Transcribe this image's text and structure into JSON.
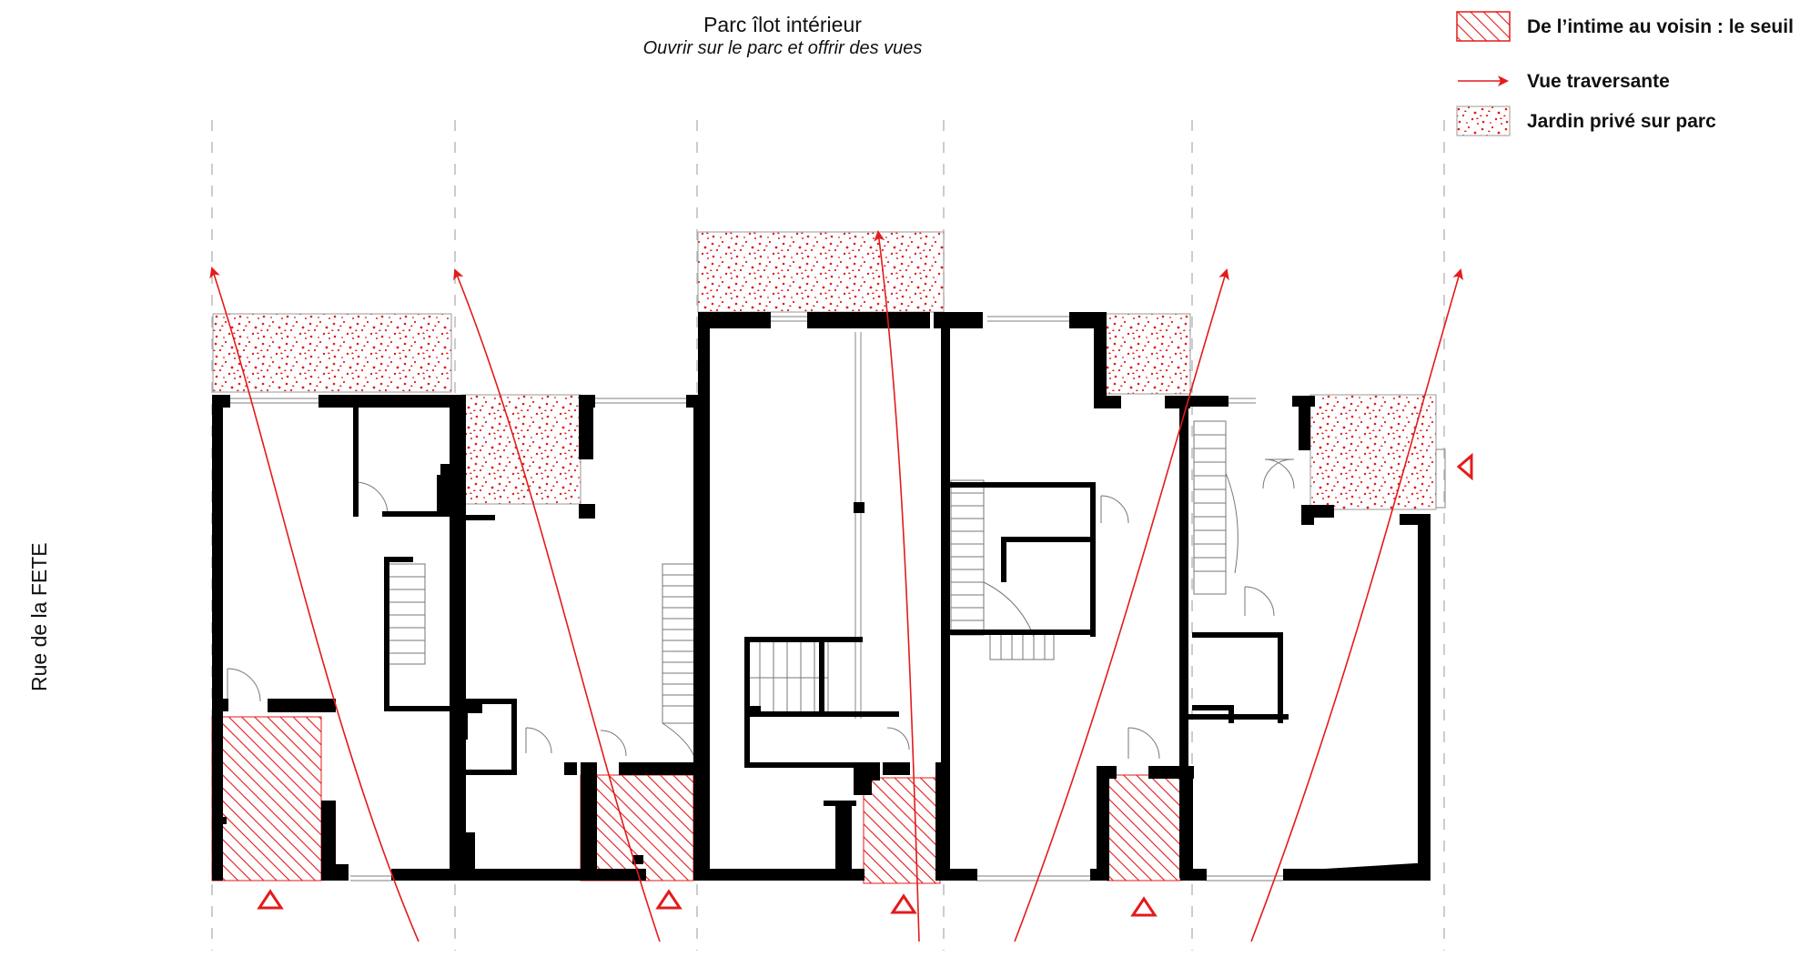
{
  "header": {
    "title": "Parc îlot intérieur",
    "subtitle": "Ouvrir sur le parc et offrir des vues"
  },
  "street_label": "Rue de la FETE",
  "legend": [
    {
      "label": "De l’intime au voisin : le seuil",
      "swatch": "hatch-icon"
    },
    {
      "label": "Vue traversante",
      "swatch": "arrow-icon"
    },
    {
      "label": "Jardin privé sur parc",
      "swatch": "dots-icon"
    }
  ],
  "colors": {
    "accent": "#e31b1b",
    "wall": "#000000",
    "grid": "#bbbbbb"
  },
  "units": 5
}
